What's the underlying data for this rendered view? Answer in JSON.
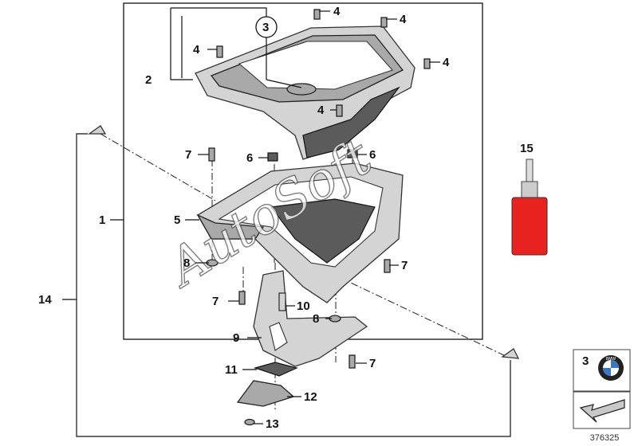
{
  "callouts": {
    "c1": "1",
    "c2": "2",
    "c3": "3",
    "c4a": "4",
    "c4b": "4",
    "c4c": "4",
    "c4d": "4",
    "c4e": "4",
    "c5": "5",
    "c6a": "6",
    "c6b": "6",
    "c7a": "7",
    "c7b": "7",
    "c7c": "7",
    "c7d": "7",
    "c8a": "8",
    "c8b": "8",
    "c9": "9",
    "c10": "10",
    "c11": "11",
    "c12": "12",
    "c13": "13",
    "c14": "14",
    "c15": "15"
  },
  "legend": {
    "badge_number": "3",
    "logo_text": "BMW"
  },
  "diagram_id": "376325",
  "watermark": "AutoSoft",
  "colors": {
    "loctite_bottle": "#e8231f",
    "frame_line": "#111111",
    "part_grey": "#a9a9a9"
  }
}
